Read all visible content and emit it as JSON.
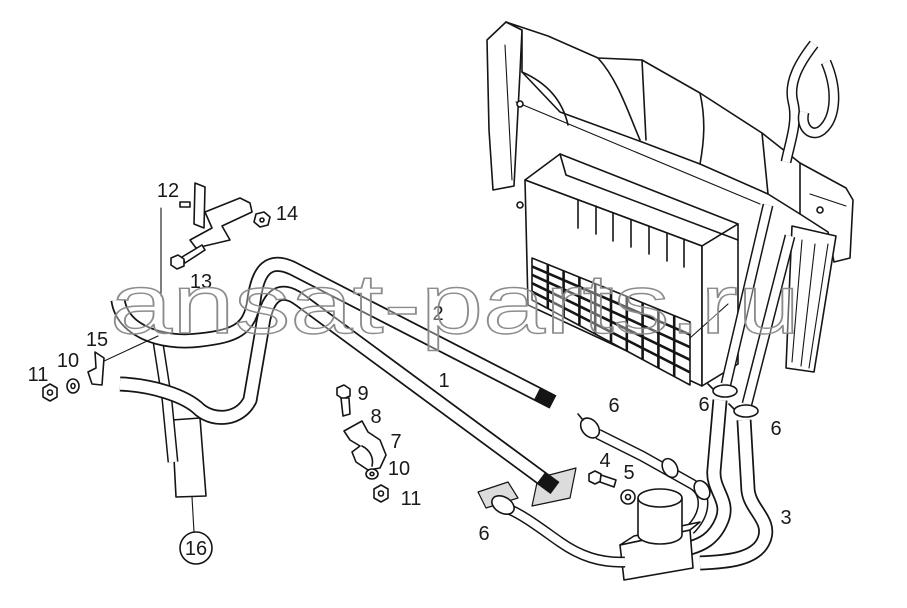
{
  "watermark": "ansat-parts.ru",
  "callouts": {
    "p12": "12",
    "p14": "14",
    "p13": "13",
    "p15": "15",
    "p11_left": "11",
    "p10_left": "10",
    "p2": "2",
    "p1": "1",
    "p9": "9",
    "p8": "8",
    "p7": "7",
    "p10_right": "10",
    "p11_right": "11",
    "p6_a": "6",
    "p6_b": "6",
    "p6_c": "6",
    "p4": "4",
    "p5": "5",
    "p3": "3",
    "p6_d": "6",
    "p16": "16"
  }
}
